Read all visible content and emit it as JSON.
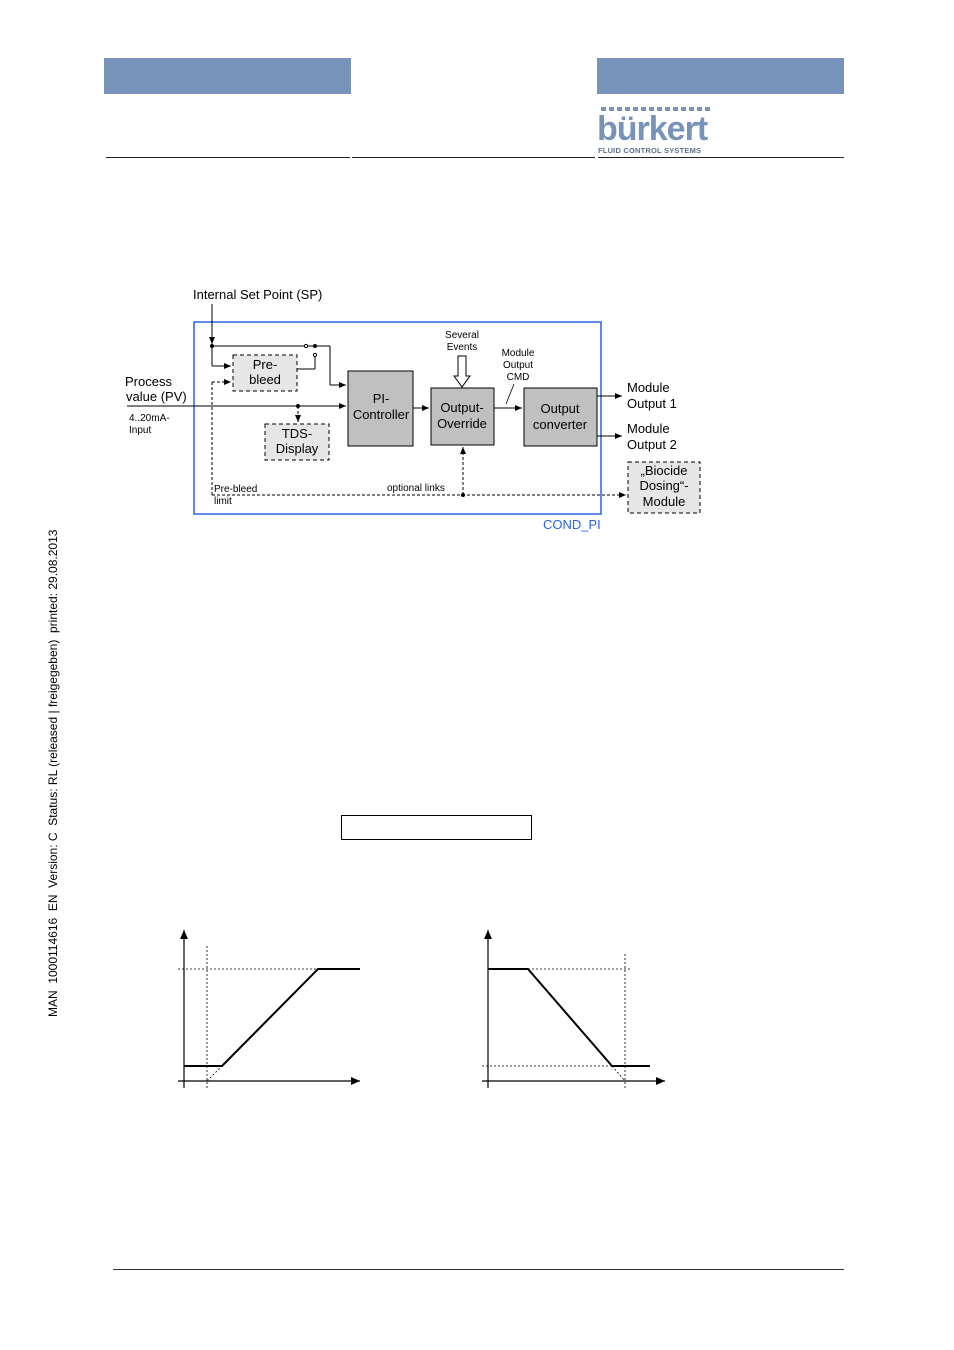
{
  "header": {
    "logo_text": "bürkert",
    "logo_tagline": "FLUID CONTROL SYSTEMS"
  },
  "sidebar_text": "MAN  1000114616  EN  Version: C  Status: RL (released | freigegeben)  printed: 29.08.2013",
  "diagram": {
    "setpoint_label": "Internal Set Point (SP)",
    "process_label_line1": "Process",
    "process_label_line2": "value  (PV)",
    "input_line1": "4..20mA-",
    "input_line2": "Input",
    "prebleed_line1": "Pre-",
    "prebleed_line2": "bleed",
    "tds_line1": "TDS-",
    "tds_line2": "Display",
    "pi_line1": "PI-",
    "pi_line2": "Controller",
    "override_line1": "Output-",
    "override_line2": "Override",
    "converter_line1": "Output",
    "converter_line2": "converter",
    "events_line1": "Several",
    "events_line2": "Events",
    "cmd_line1": "Module",
    "cmd_line2": "Output",
    "cmd_line3": "CMD",
    "out1_line1": "Module",
    "out1_line2": "Output 1",
    "out2_line1": "Module",
    "out2_line2": "Output 2",
    "biocide_line1": "„Biocide",
    "biocide_line2": "Dosing“-",
    "biocide_line3": "Module",
    "prebleed_limit_line1": "Pre-bleed",
    "prebleed_limit_line2": "limit",
    "optional_links": "optional links",
    "module_name": "COND_PI"
  },
  "colors": {
    "header_bar": "#7893b9",
    "module_border": "#2b63e0",
    "module_label": "#2b63e0",
    "block_fill": "#c0c0c0",
    "dashed_fill": "#e6e6e6"
  }
}
